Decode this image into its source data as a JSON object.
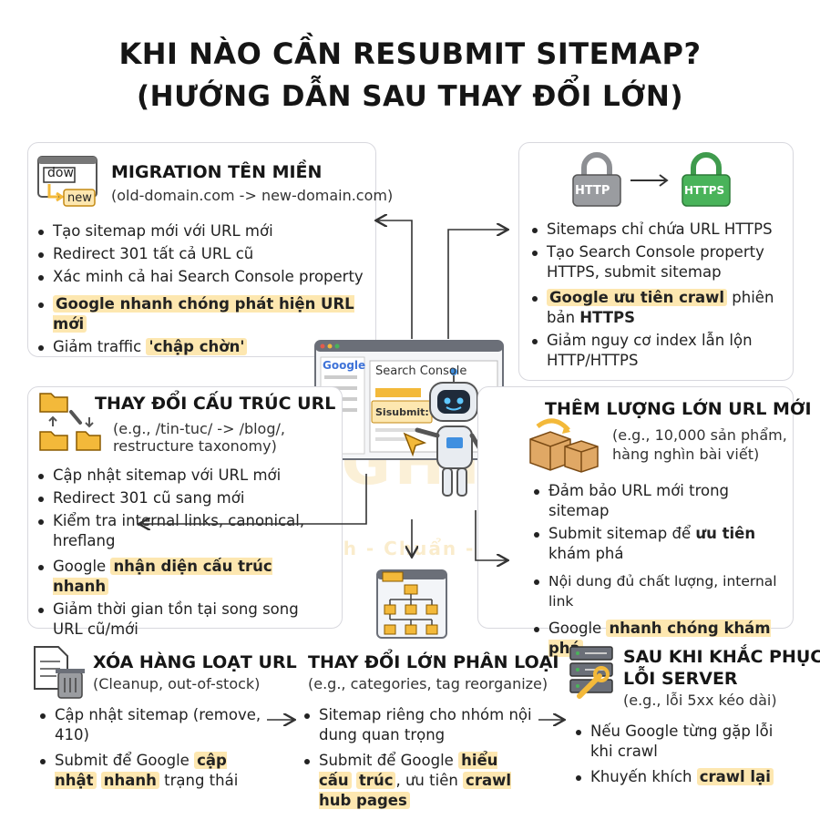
{
  "title_line1": "KHI NÀO CẦN RESUBMIT SITEMAP?",
  "title_line2": "(HƯỚNG DẪN SAU THAY ĐỔI LỚN)",
  "watermark": {
    "brand": "LIGHT",
    "tagline": "Nhanh - Chuẩn - Đẹp"
  },
  "center": {
    "google_label": "Google",
    "console_label": "Search Console",
    "submit_label": "Sisubmit:"
  },
  "migration": {
    "title": "MIGRATION TÊN MIỀN",
    "subtitle": "(old-domain.com -> new-domain.com)",
    "icon_old": "dow",
    "icon_new": "new",
    "b1": "Tạo sitemap mới với URL mới",
    "b2": "Redirect 301 tất cả URL cũ",
    "b3": "Xác minh cả hai Search Console property",
    "b4": "Google nhanh chóng phát hiện URL mới",
    "b5_pre": "Giảm traffic ",
    "b5_hl": "'chập chờn'"
  },
  "https": {
    "http_label": "HTTP",
    "https_label": "HTTPS",
    "b1": "Sitemaps chỉ chứa URL HTTPS",
    "b2": "Tạo Search Console property HTTPS, submit sitemap",
    "b3_hl": "Google ưu tiên crawl",
    "b3_mid": " phiên bản ",
    "b3_bold": "HTTPS",
    "b4": "Giảm nguy cơ index lẫn lộn HTTP/HTTPS"
  },
  "structure": {
    "title": "THAY ĐỔI CẤU TRÚC URL",
    "subtitle1": "(e.g., /tin-tuc/ -> /blog/,",
    "subtitle2": "restructure taxonomy)",
    "b1": "Cập nhật sitemap với URL mới",
    "b2": "Redirect 301 cũ sang mới",
    "b3": "Kiểm tra internal links, canonical, hreflang",
    "b4_pre": "Google ",
    "b4_hl": "nhận diện cấu trúc nhanh",
    "b5": "Giảm thời gian tồn tại song song URL cũ/mới"
  },
  "bulk": {
    "title": "THÊM LƯỢNG LỚN URL MỚI",
    "subtitle1": "(e.g., 10,000 sản phẩm,",
    "subtitle2": "hàng nghìn bài viết)",
    "b1": "Đảm bảo URL mới trong sitemap",
    "b2_pre": "Submit sitemap để ",
    "b2_bold": "ưu tiên",
    "b2_post": " khám phá",
    "b3": "Nội dung đủ chất lượng, internal link",
    "b4_pre": "Google ",
    "b4_hl": "nhanh chóng khám phá"
  },
  "delete": {
    "title": "XÓA HÀNG LOẠT URL",
    "subtitle": "(Cleanup, out-of-stock)",
    "b1": "Cập nhật sitemap (remove, 410)",
    "b2_pre": "Submit để Google ",
    "b2_hl1": "cập nhật",
    "b2_hl2": "nhanh",
    "b2_post": " trạng thái"
  },
  "taxonomy": {
    "title": "THAY ĐỔI LỚN PHÂN LOẠI",
    "subtitle": "(e.g., categories, tag reorganize)",
    "b1": "Sitemap riêng cho nhóm nội dung quan trọng",
    "b2_pre": "Submit để Google ",
    "b2_hl1": "hiểu cấu",
    "b2_hl2": "trúc",
    "b2_mid": ", ưu tiên ",
    "b2_hl3": "crawl hub pages"
  },
  "server": {
    "title1": "SAU KHI KHẮC PHỤC",
    "title2": "LỖI SERVER",
    "subtitle": "(e.g., lỗi 5xx kéo dài)",
    "b1": "Nếu Google từng gặp lỗi khi crawl",
    "b2_pre": "Khuyến khích ",
    "b2_hl": "crawl lại"
  },
  "colors": {
    "accent_gold": "#f3b93a",
    "highlight": "#fde7b0",
    "lock_gray": "#8d8f93",
    "lock_green": "#49b35a",
    "robot_blue": "#3f8fe0"
  }
}
